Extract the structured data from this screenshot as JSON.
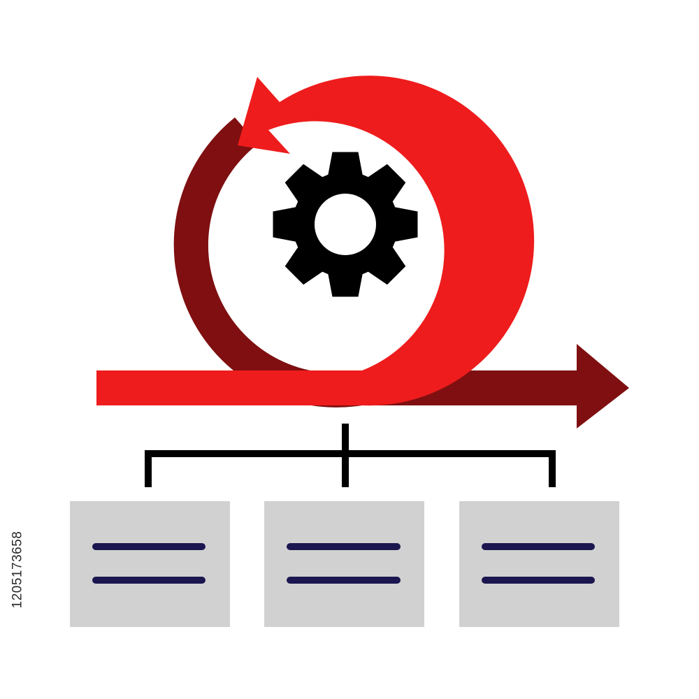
{
  "side_id": {
    "text": "1205173658"
  },
  "colors": {
    "loop_front": "#ee1c1c",
    "loop_back": "#7f0f10",
    "gear": "#000000",
    "connector": "#000000",
    "card_fill": "#d1d1d1",
    "card_line": "#1c1650",
    "background": "#ffffff"
  },
  "icons": {
    "loop": "agile-loop-arrow-icon",
    "gear": "gear-icon",
    "connector": "hierarchy-connector",
    "card": "document-lines-icon"
  },
  "cards": [
    {
      "id": "card-left"
    },
    {
      "id": "card-middle"
    },
    {
      "id": "card-right"
    }
  ]
}
